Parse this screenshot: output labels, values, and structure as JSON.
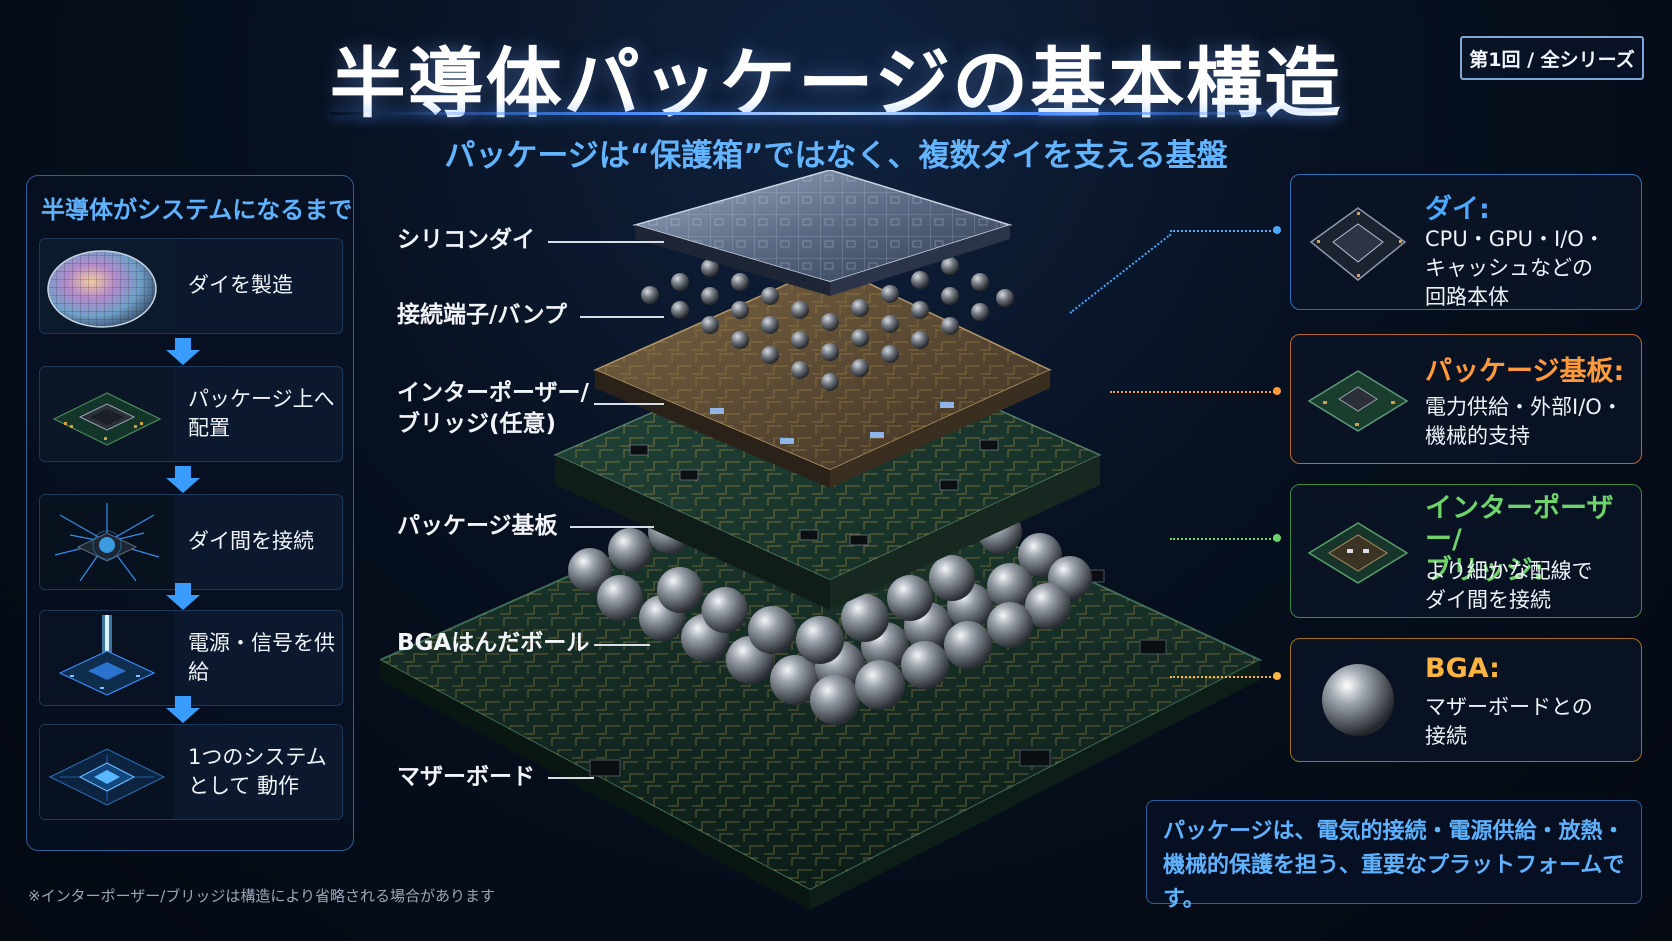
{
  "title": "半導体パッケージの基本構造",
  "subtitle": "パッケージは“保護箱”ではなく、複数ダイを支える基盤",
  "series_badge": "第1回 / 全シリーズ",
  "flow": {
    "heading": "半導体がシステムになるまで",
    "steps": [
      {
        "label": "ダイを製造"
      },
      {
        "label": "パッケージ上へ 配置"
      },
      {
        "label": "ダイ間を接続"
      },
      {
        "label": "電源・信号を供給"
      },
      {
        "label": "1つのシステムとして 動作"
      }
    ]
  },
  "layers": {
    "silicon_die": "シリコンダイ",
    "bump": "接続端子/バンプ",
    "interposer_line1": "インターポーザー/",
    "interposer_line2": "ブリッジ(任意)",
    "substrate": "パッケージ基板",
    "bga": "BGAはんだボール",
    "motherboard": "マザーボード"
  },
  "info": {
    "die": {
      "title": "ダイ:",
      "line1": "CPU・GPU・I/O・",
      "line2": "キャッシュなどの",
      "line3": "回路本体",
      "color": "#4aa8ff"
    },
    "substrate": {
      "title": "パッケージ基板:",
      "line1": "電力供給・外部I/O・",
      "line2": "機械的支持",
      "color": "#ff9a3c"
    },
    "interposer": {
      "title": "インターポーザー/",
      "title2": "ブリッジ:",
      "line1": "より細かな配線で",
      "line2": "ダイ間を接続",
      "color": "#6fd36b"
    },
    "bga": {
      "title": "BGA:",
      "line1": "マザーボードとの",
      "line2": "接続",
      "color": "#ffb340"
    }
  },
  "summary": {
    "line1": "パッケージは、電気的接続・電源供給・放熱・",
    "line2": "機械的保護を担う、重要なプラットフォームです。"
  },
  "footnote": "※インターポーザー/ブリッジは構造により省略される場合があります"
}
